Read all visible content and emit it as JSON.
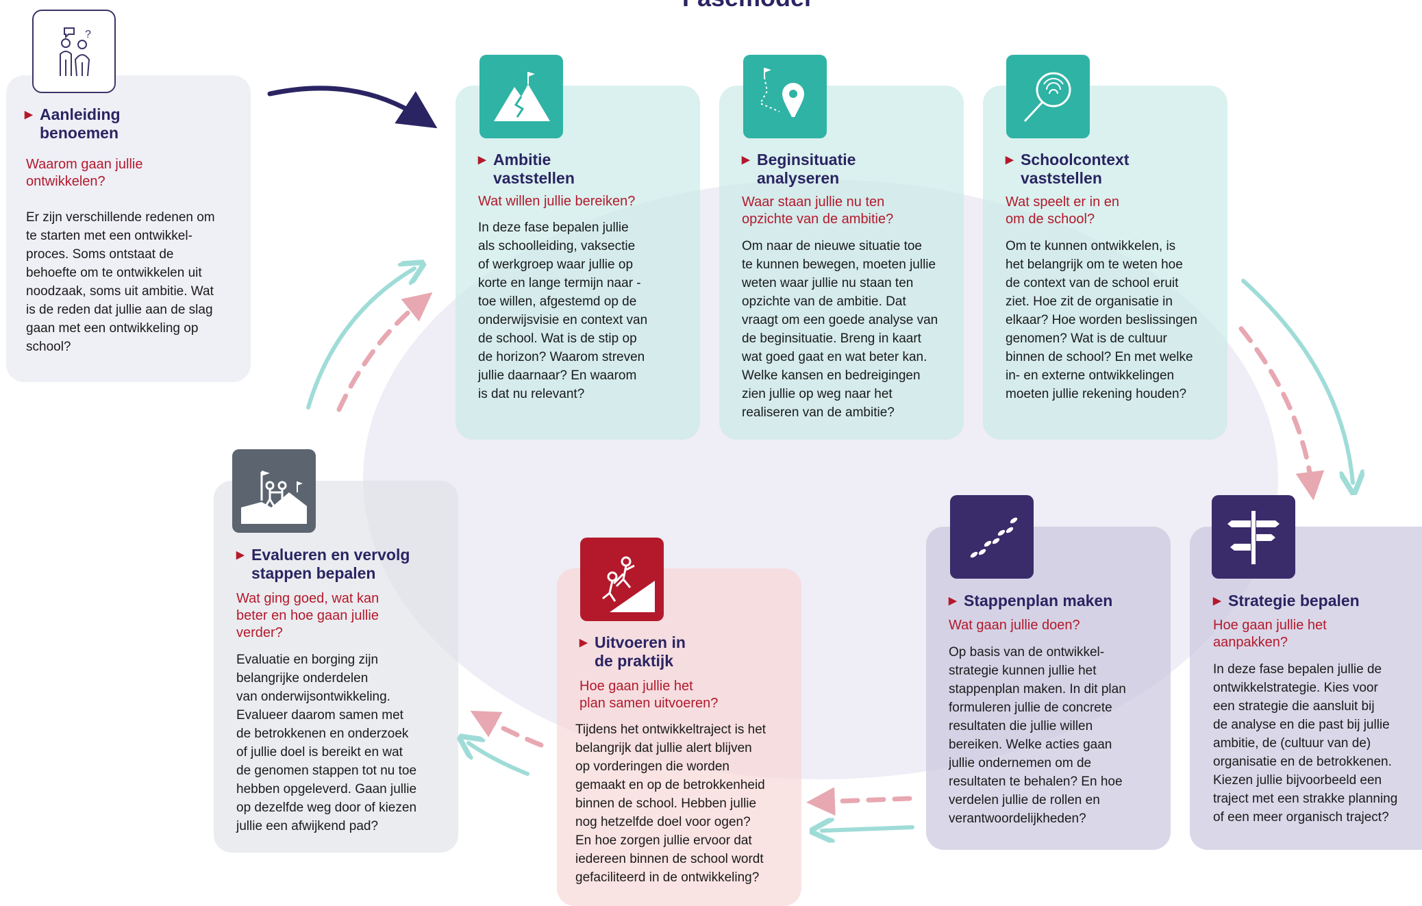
{
  "header": {
    "title": "Fasemodel"
  },
  "colors": {
    "navy": "#2a2462",
    "red": "#b3192b",
    "teal": "#2fb3a5",
    "dark_purple": "#3a2b6b",
    "slate": "#5c6470"
  },
  "phases": {
    "aanleiding": {
      "icon": "people-question-icon",
      "title_lines": [
        "Aanleiding",
        "benoemen"
      ],
      "question_lines": [
        "Waarom gaan jullie",
        "ontwikkelen?"
      ],
      "body_lines": [
        "Er zijn verschillende redenen om",
        "te starten met een ontwikkel-",
        "proces. Soms ontstaat de",
        "behoefte om te ontwikkelen uit",
        "noodzaak, soms uit ambitie. Wat",
        "is de reden dat jullie aan de slag",
        "gaan met een ontwikkeling op",
        "school?"
      ]
    },
    "ambitie": {
      "icon": "mountain-flag-icon",
      "title_lines": [
        "Ambitie",
        "vaststellen"
      ],
      "question_lines": [
        "Wat willen jullie bereiken?"
      ],
      "body_lines": [
        "In deze fase bepalen jullie",
        "als schoolleiding, vaksectie",
        "of werkgroep waar jullie op",
        "korte en lange termijn naar -",
        "toe willen, afgestemd op de",
        "onderwijsvisie en context van",
        "de school. Wat is de stip op",
        "de horizon? Waarom streven",
        "jullie daarnaar? En waarom",
        "is dat nu relevant?"
      ]
    },
    "beginsituatie": {
      "icon": "map-pin-route-icon",
      "title_lines": [
        "Beginsituatie",
        "analyseren"
      ],
      "question_lines": [
        "Waar staan jullie nu ten",
        "opzichte van de ambitie?"
      ],
      "body_lines": [
        "Om naar de nieuwe situatie toe",
        "te kunnen bewegen, moeten jullie",
        "weten waar jullie nu staan ten",
        "opzichte van de ambitie. Dat",
        "vraagt om een goede analyse van",
        "de beginsituatie. Breng in kaart",
        "wat goed gaat en wat beter kan.",
        "Welke kansen en bedreigingen",
        "zien jullie op weg naar het",
        "realiseren van de ambitie?"
      ]
    },
    "schoolcontext": {
      "icon": "magnifier-fingerprint-icon",
      "title_lines": [
        "Schoolcontext",
        "vaststellen"
      ],
      "question_lines": [
        "Wat speelt er in en",
        "om de school?"
      ],
      "body_lines": [
        "Om te kunnen ontwikkelen, is",
        "het belangrijk om te weten hoe",
        "de context van de school eruit",
        "ziet. Hoe zit de organisatie in",
        "elkaar? Hoe worden beslissingen",
        "genomen? Wat is de cultuur",
        "binnen de school? En met welke",
        "in- en externe ontwikkelingen",
        "moeten jullie rekening houden?"
      ]
    },
    "strategie": {
      "icon": "signpost-icon",
      "title_lines": [
        "Strategie bepalen"
      ],
      "question_lines": [
        "Hoe gaan jullie het",
        "aanpakken?"
      ],
      "body_lines": [
        "In deze fase bepalen jullie de",
        "ontwikkelstrategie. Kies voor",
        "een strategie die aansluit bij",
        "de analyse en die past bij jullie",
        "ambitie, de (cultuur van de)",
        "organisatie en de betrokkenen.",
        "Kiezen jullie bijvoorbeeld een",
        "traject met een strakke planning",
        "of een meer organisch traject?"
      ]
    },
    "stappenplan": {
      "icon": "footsteps-icon",
      "title_lines": [
        "Stappenplan maken"
      ],
      "question_lines": [
        "Wat gaan jullie doen?"
      ],
      "body_lines": [
        "Op basis van de ontwikkel-",
        "strategie kunnen jullie het",
        "stappenplan maken. In dit plan",
        "formuleren jullie de concrete",
        "resultaten die jullie willen",
        "bereiken. Welke acties gaan",
        "jullie ondernemen om de",
        "resultaten te behalen? En hoe",
        "verdelen jullie de rollen en",
        "verantwoordelijkheden?"
      ]
    },
    "uitvoeren": {
      "icon": "climbers-helping-icon",
      "title_lines": [
        "Uitvoeren in",
        "de praktijk"
      ],
      "question_lines": [
        "Hoe gaan jullie het",
        "plan samen uitvoeren?"
      ],
      "body_lines": [
        "Tijdens het ontwikkeltraject is het",
        "belangrijk dat jullie alert blijven",
        "op vorderingen die worden",
        "gemaakt en op de betrokkenheid",
        "binnen de school. Hebben jullie",
        "nog hetzelfde doel voor ogen?",
        "En hoe zorgen jullie ervoor dat",
        "iedereen binnen de school wordt",
        "gefaciliteerd in de ontwikkeling?"
      ]
    },
    "evalueren": {
      "icon": "climbers-summit-icon",
      "title_lines": [
        "Evalueren en vervolg",
        "stappen bepalen"
      ],
      "question_lines": [
        "Wat ging goed, wat kan",
        "beter en hoe gaan jullie",
        "verder?"
      ],
      "body_lines": [
        "Evaluatie en borging zijn",
        "belangrijke onderdelen",
        "van onderwijsontwikkeling.",
        "Evalueer daarom samen met",
        "de betrokkenen en onderzoek",
        "of jullie doel is bereikt en wat",
        "de genomen stappen tot nu toe",
        "hebben opgeleverd. Gaan jullie",
        "op dezelfde weg door of kiezen",
        "jullie een afwijkend pad?"
      ]
    }
  }
}
